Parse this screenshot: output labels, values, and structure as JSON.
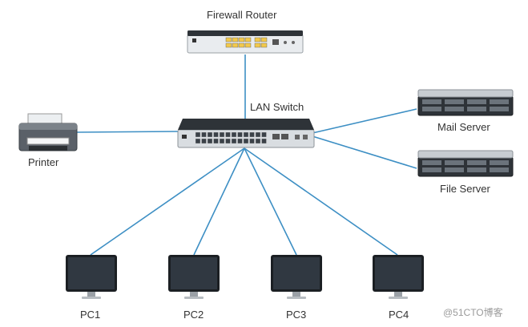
{
  "nodes": {
    "router": {
      "label": "Firewall Router",
      "icon": "router-icon"
    },
    "switch": {
      "label": "LAN Switch",
      "icon": "switch-icon"
    },
    "printer": {
      "label": "Printer",
      "icon": "printer-icon"
    },
    "mail_server": {
      "label": "Mail Server",
      "icon": "server-icon"
    },
    "file_server": {
      "label": "File Server",
      "icon": "server-icon"
    },
    "pcs": [
      {
        "label": "PC1",
        "icon": "monitor-icon"
      },
      {
        "label": "PC2",
        "icon": "monitor-icon"
      },
      {
        "label": "PC3",
        "icon": "monitor-icon"
      },
      {
        "label": "PC4",
        "icon": "monitor-icon"
      }
    ]
  },
  "watermark": "@51CTO博客",
  "colors": {
    "link": "#3d8fc4",
    "device_dark": "#2e3338",
    "device_light": "#e9ecef",
    "port": "#f2c94c",
    "screen": "#303841"
  }
}
